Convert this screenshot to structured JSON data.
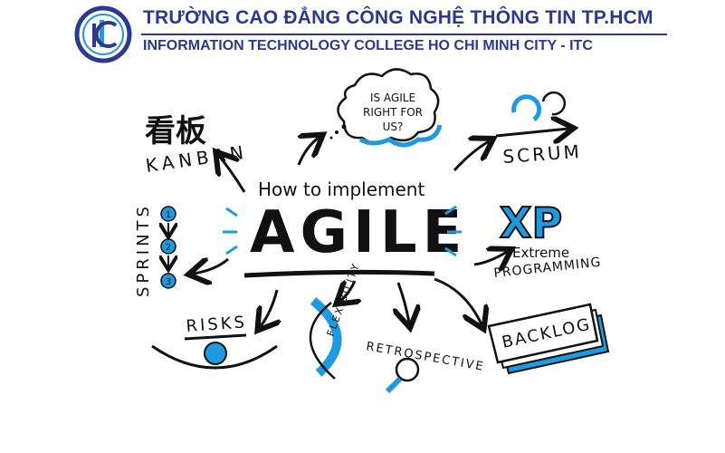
{
  "header": {
    "title_vn": "TRƯỜNG CAO ĐẲNG CÔNG NGHỆ THÔNG TIN TP.HCM",
    "title_en": "INFORMATION TECHNOLOGY COLLEGE HO CHI MINH CITY - ITC",
    "logo_letters": "ITC"
  },
  "colors": {
    "brand": "#2b3990",
    "accent": "#1e9be0",
    "ink": "#111111"
  },
  "sketch": {
    "subtitle": "How to implement",
    "title": "AGILE",
    "question": [
      "IS AGILE",
      "RIGHT FOR",
      "US?"
    ],
    "scrum": "SCRUM",
    "kanban_kanji": "看板",
    "kanban": "KANBAN",
    "xp": "XP",
    "xp_sub1": "Extreme",
    "xp_sub2": "PROGRAMMING",
    "sprints": "SPRINTS",
    "sprint_steps": [
      "1",
      "2",
      "3"
    ],
    "risks": "RISKS",
    "flexibility": "FLEXIBILITY",
    "retrospective": "RETROSPECTIVE",
    "backlog": "BACKLOG"
  }
}
